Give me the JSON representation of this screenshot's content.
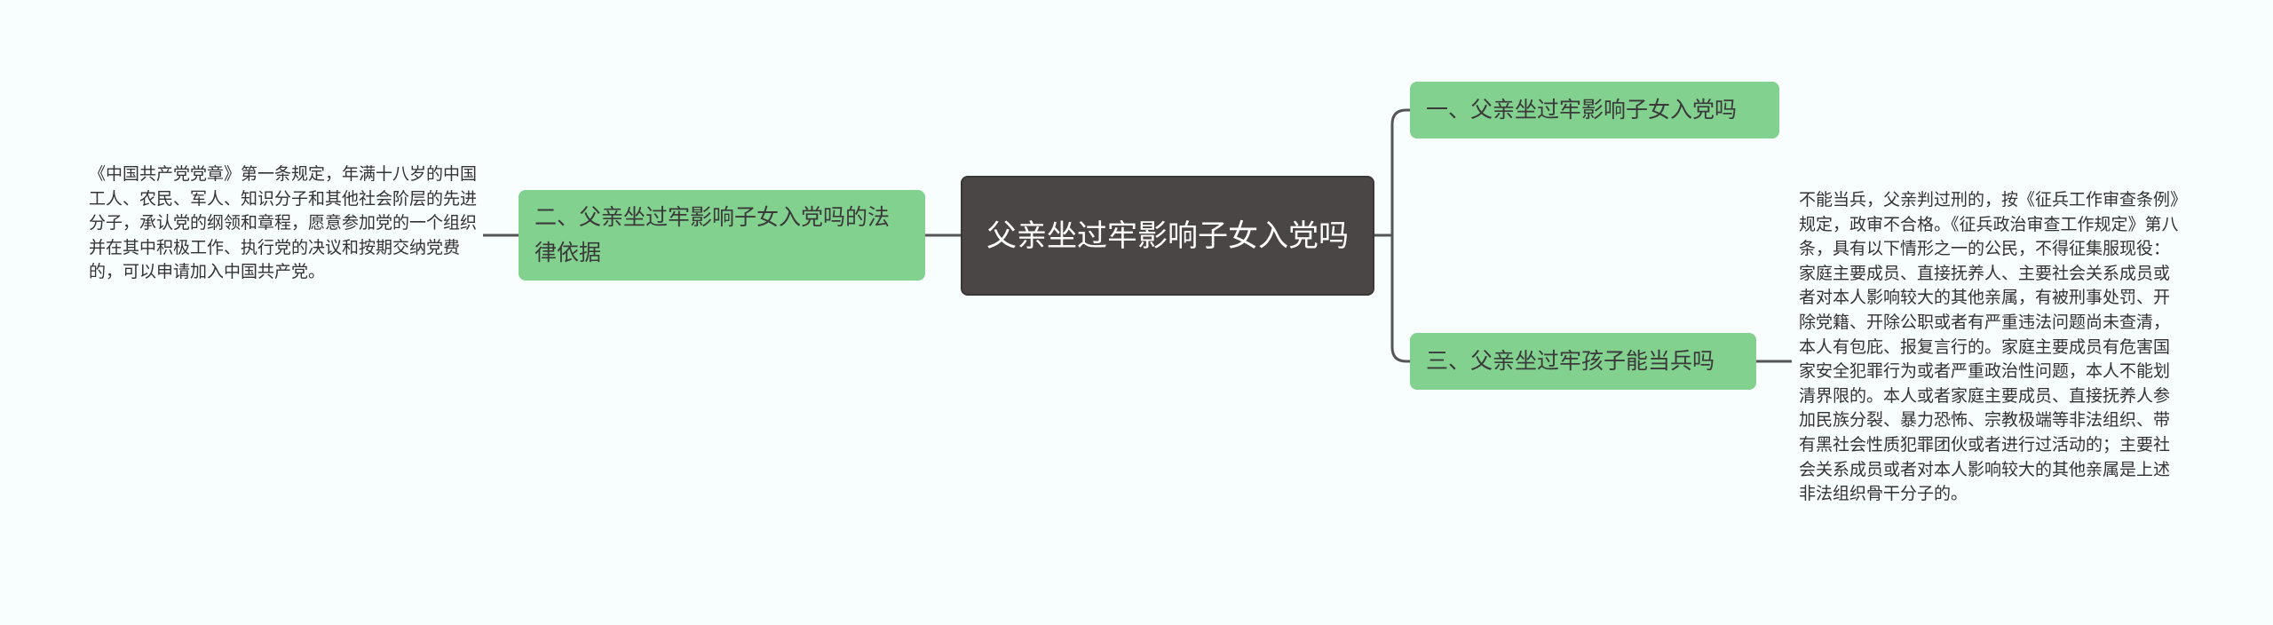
{
  "central_topic": "父亲坐过牢影响子女入党吗",
  "branches": {
    "left": {
      "label": "二、父亲坐过牢影响子女入党吗的法律依据",
      "detail": "《中国共产党党章》第一条规定，年满十八岁的中国工人、农民、军人、知识分子和其他社会阶层的先进分子，承认党的纲领和章程，愿意参加党的一个组织并在其中积极工作、执行党的决议和按期交纳党费的，可以申请加入中国共产党。"
    },
    "right_top": {
      "label": "一、父亲坐过牢影响子女入党吗"
    },
    "right_bottom": {
      "label": "三、父亲坐过牢孩子能当兵吗",
      "detail": "不能当兵，父亲判过刑的，按《征兵工作审查条例》规定，政审不合格。《征兵政治审查工作规定》第八条，具有以下情形之一的公民，不得征集服现役：家庭主要成员、直接抚养人、主要社会关系成员或者对本人影响较大的其他亲属，有被刑事处罚、开除党籍、开除公职或者有严重违法问题尚未查清，本人有包庇、报复言行的。家庭主要成员有危害国家安全犯罪行为或者严重政治性问题，本人不能划清界限的。本人或者家庭主要成员、直接抚养人参加民族分裂、暴力恐怖、宗教极端等非法组织、带有黑社会性质犯罪团伙或者进行过活动的；主要社会关系成员或者对本人影响较大的其他亲属是上述非法组织骨干分子的。"
    }
  },
  "colors": {
    "background": "#f8fdfd",
    "central_fill": "#4a4646",
    "branch_fill": "#82d18f",
    "connector": "#555555"
  }
}
